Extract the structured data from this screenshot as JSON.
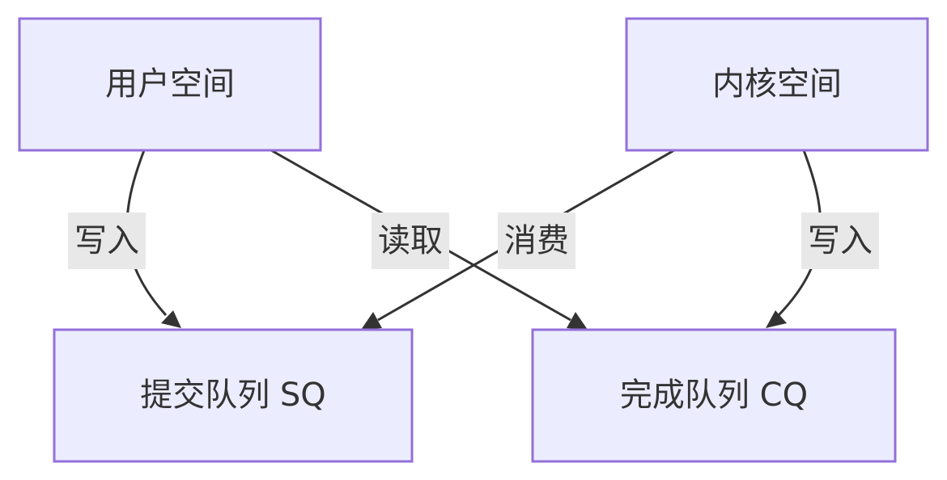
{
  "nodes": {
    "user_space": "用户空间",
    "kernel_space": "内核空间",
    "submission_queue": "提交队列 SQ",
    "completion_queue": "完成队列 CQ"
  },
  "edges": {
    "user_write": "写入",
    "user_read": "读取",
    "kernel_consume": "消费",
    "kernel_write": "写入"
  },
  "colors": {
    "node_fill": "#ECECFF",
    "node_stroke": "#9370DB",
    "edge_stroke": "#333333",
    "edge_label_bg": "#e8e8e8"
  }
}
